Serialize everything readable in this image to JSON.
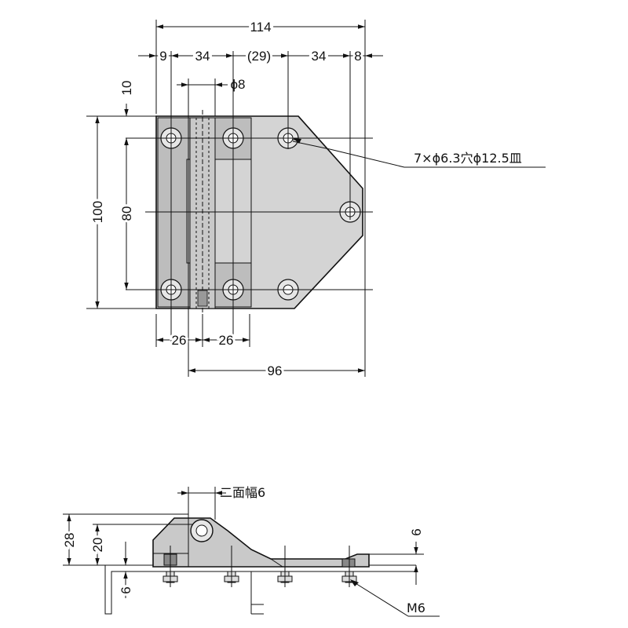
{
  "dimensions": {
    "overall_width": "114",
    "left_margin": "9",
    "hole_pitch_1": "34",
    "hole_pitch_2": "(29)",
    "hole_pitch_3": "34",
    "right_margin": "8",
    "pin_diameter": "ϕ8",
    "top_margin": "10",
    "overall_height": "100",
    "hole_pitch_vertical": "80",
    "bottom_left_1": "26",
    "bottom_left_2": "26",
    "leaf_width": "96",
    "side_height_total": "28",
    "side_height_knuckle": "20",
    "side_bottom": "6",
    "side_plate_thickness": "6"
  },
  "notes": {
    "holes": "7×ϕ6.3穴ϕ12.5皿",
    "wrench_flat": "二面幅6",
    "thread": "M6"
  },
  "colors": {
    "body_fill": "#d3d3d3",
    "body_shadow": "#b8b8b8",
    "line": "#111111"
  }
}
